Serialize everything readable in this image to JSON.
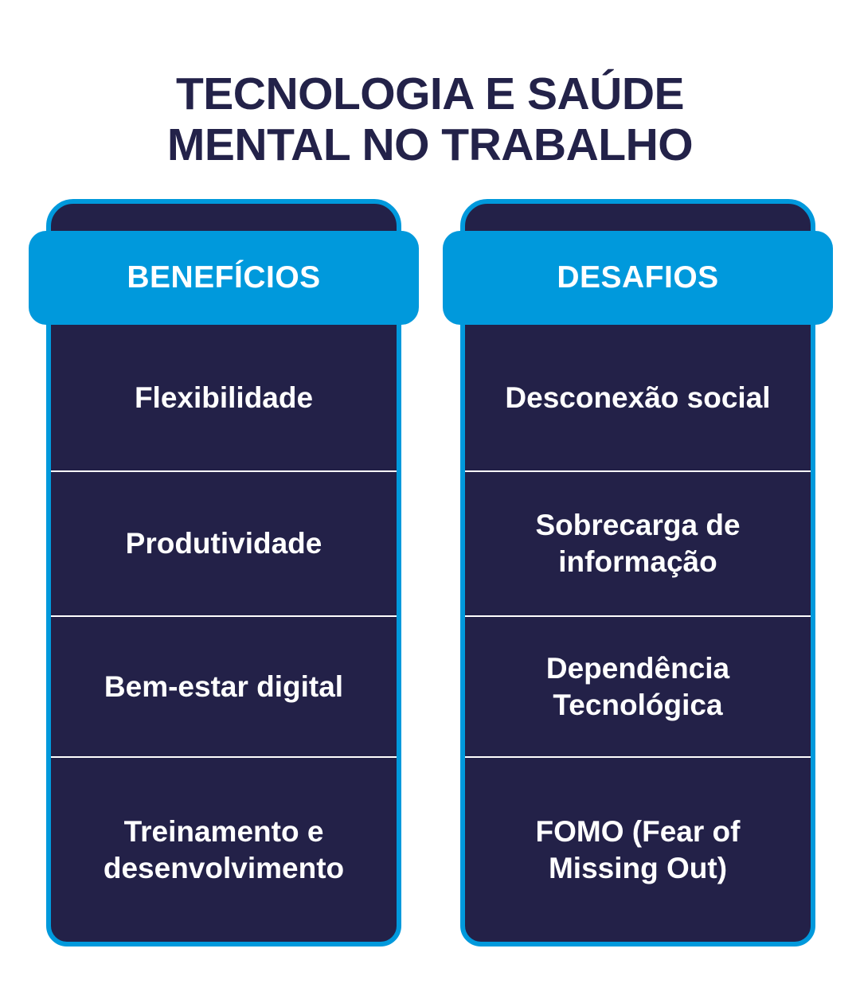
{
  "page": {
    "title_line1": "TECNOLOGIA E SAÚDE",
    "title_line2": "MENTAL NO TRABALHO"
  },
  "colors": {
    "accent_blue": "#0099DC",
    "card_navy": "#232148",
    "title_navy": "#232249",
    "text_white": "#FFFFFF",
    "background": "#FFFFFF"
  },
  "columns": [
    {
      "header": "BENEFÍCIOS",
      "items": [
        "Flexibilidade",
        "Produtividade",
        "Bem-estar digital",
        "Treinamento e\ndesenvolvimento"
      ]
    },
    {
      "header": "DESAFIOS",
      "items": [
        "Desconexão social",
        "Sobrecarga de\ninformação",
        "Dependência\nTecnológica",
        "FOMO (Fear of\nMissing Out)"
      ]
    }
  ]
}
